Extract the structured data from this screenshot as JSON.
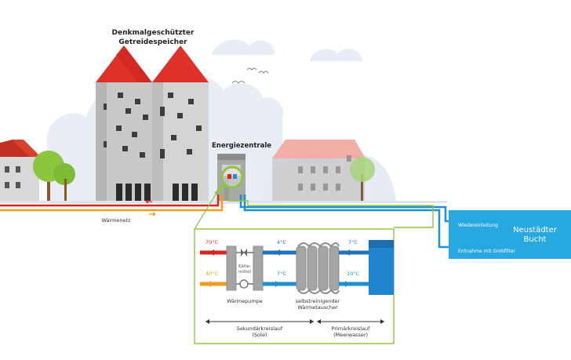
{
  "title": {
    "line1": "Denkmalgeschützter",
    "line2": "Getreidespeicher"
  },
  "energy_center": "Energiezentrale",
  "district_heating": "Wärmenetz",
  "bay": {
    "line1": "Neustädter",
    "line2": "Bucht",
    "return_label": "Wiedereinleitung",
    "intake_label": "Entnahme mit Grobfilter"
  },
  "detail": {
    "temp_supply_hot": "70°C",
    "temp_return_hot": "40°C",
    "temp_sec_cold_top": "4°C",
    "temp_sec_cold_bottom": "7°C",
    "temp_prim_top": "7°C",
    "temp_prim_bottom": "10°C",
    "refrigerant_line1": "Kälte-",
    "refrigerant_line2": "mittel",
    "heat_pump": "Wärmepumpe",
    "exchanger_line1": "selbstreinigender",
    "exchanger_line2": "Wärmetauscher",
    "secondary_line1": "Sekundärkreislauf",
    "secondary_line2": "(Sole)",
    "primary_line1": "Primärkreislauf",
    "primary_line2": "(Meerwasser)"
  },
  "colors": {
    "hot": "#d7261f",
    "warm": "#f39a1e",
    "water": "#1e8fd1",
    "bay": "#28a8e0",
    "green": "#8cc63f",
    "roof": "#e0302a",
    "building": "#c8c8c8"
  }
}
